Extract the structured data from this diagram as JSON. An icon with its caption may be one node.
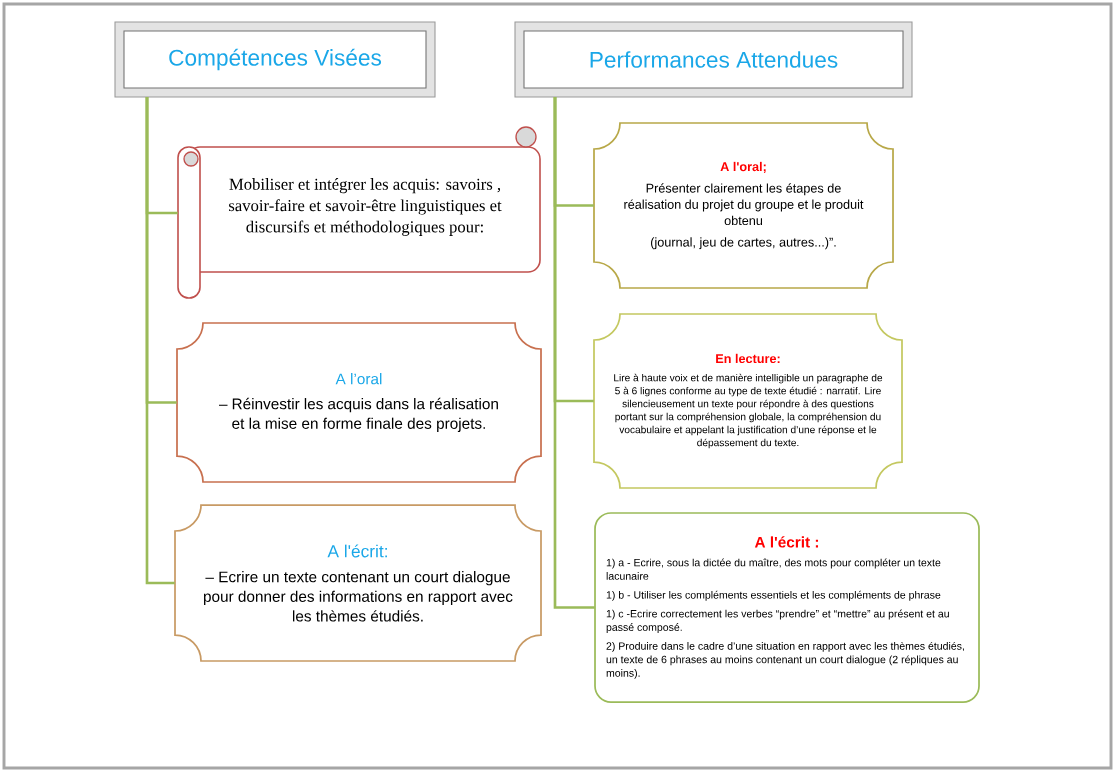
{
  "diagram": {
    "nodes": [
      {
        "text": [
          "Compétences Visées"
        ]
      },
      {
        "text": [
          "Mobiliser et intégrer les acquis: savoirs , savoir-faire et savoir-être linguistiques et discursifs et méthodologiques pour:"
        ]
      },
      {
        "text": [
          "A l’oral",
          "– Réinvestir les acquis dans la réalisation et la mise en forme finale des projets."
        ]
      },
      {
        "text": [
          "A l'écrit:",
          "– Ecrire un texte contenant un court dialogue pour donner des informations en rapport avec les thèmes étudiés."
        ]
      },
      {
        "text": [
          "Performances Attendues"
        ]
      },
      {
        "text": [
          "A l'oral;",
          "Présenter clairement les étapes de réalisation du projet du groupe et le produit obtenu",
          "(journal, jeu de cartes, autres...)”."
        ]
      },
      {
        "text": [
          "En lecture:",
          "Lire à haute voix et de manière intelligible un paragraphe de 5 à 6 lignes conforme au type de texte étudié : narratif. Lire silencieusement un texte pour répondre à des questions portant sur la compréhension globale, la compréhension du vocabulaire et appelant la justification d’une réponse et le dépassement du texte."
        ]
      },
      {
        "text": [
          "A l'écrit :",
          "1) a - Ecrire, sous la dictée du maître, des mots pour compléter un texte lacunaire",
          "1) b - Utiliser les compléments essentiels et les compléments de phrase",
          "1) c -Ecrire correctement les verbes “prendre” et “mettre” au présent et au passé composé.",
          "2) Produire dans le cadre d’une situation en rapport avec les thèmes étudiés, un texte de 6 phrases au moins contenant un court dialogue (2 répliques au moins)."
        ]
      }
    ],
    "edges": [
      {
        "from": 0,
        "to": 1,
        "arrow": "none"
      },
      {
        "from": 0,
        "to": 2,
        "arrow": "none"
      },
      {
        "from": 0,
        "to": 3,
        "arrow": "none"
      },
      {
        "from": 4,
        "to": 5,
        "arrow": "none"
      },
      {
        "from": 4,
        "to": 6,
        "arrow": "none"
      },
      {
        "from": 4,
        "to": 7,
        "arrow": "none"
      }
    ]
  }
}
